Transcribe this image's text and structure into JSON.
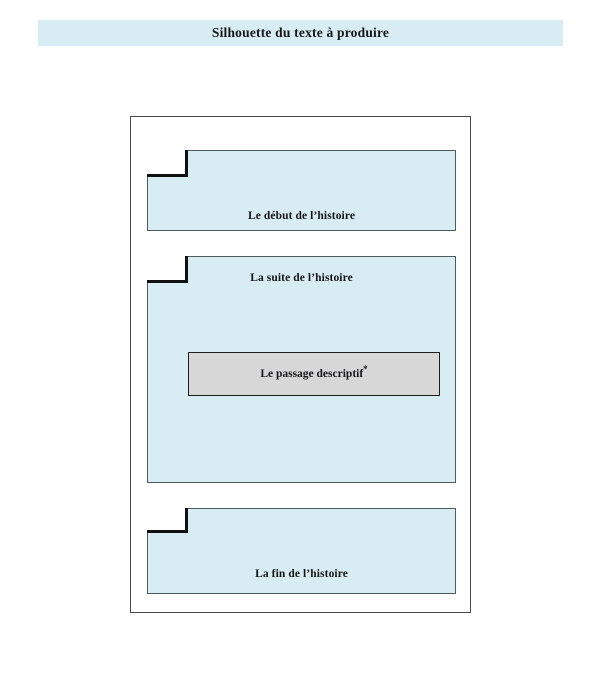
{
  "header": {
    "title": "Silhouette du texte à produire",
    "background_color": "#d8edf3"
  },
  "diagram": {
    "frame_border_color": "#4a4a4a",
    "block_fill_color": "#d8edf3",
    "block_border_color": "#4d5b5e",
    "notch_edge_color": "#101010",
    "blocks": [
      {
        "id": "debut",
        "label": "Le début de l’histoire"
      },
      {
        "id": "suite",
        "label": "La suite de l’histoire"
      },
      {
        "id": "fin",
        "label": "La fin de l’histoire"
      }
    ],
    "inner_box": {
      "label": "Le passage descriptif",
      "footnote_marker": "*",
      "fill_color": "#d7d7d7",
      "border_color": "#1d1d1d"
    }
  }
}
